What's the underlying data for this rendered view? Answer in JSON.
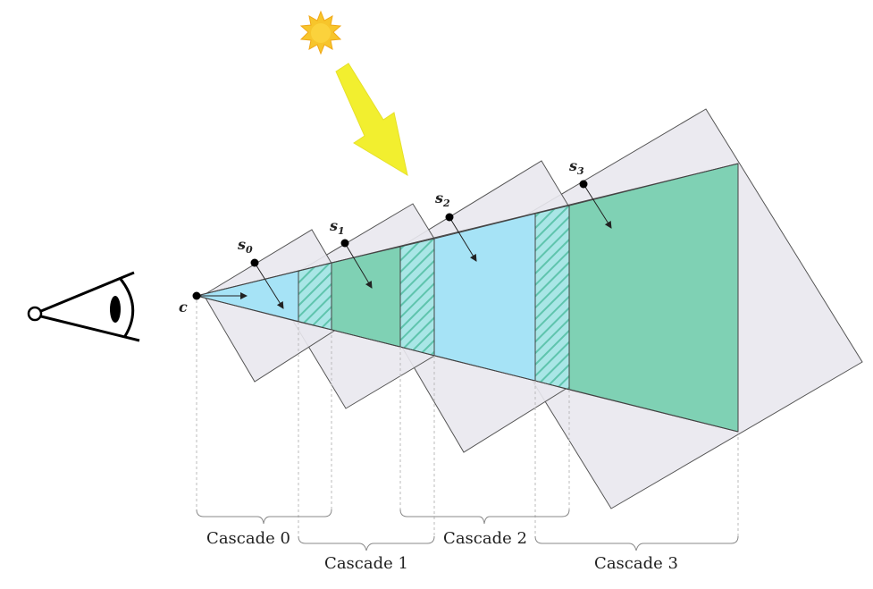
{
  "camera_label": "c",
  "split_points": [
    {
      "name": "s",
      "index": "0"
    },
    {
      "name": "s",
      "index": "1"
    },
    {
      "name": "s",
      "index": "2"
    },
    {
      "name": "s",
      "index": "3"
    }
  ],
  "cascades": [
    "Cascade 0",
    "Cascade 1",
    "Cascade 2",
    "Cascade 3"
  ],
  "icons": [
    "eye-icon",
    "sun-icon",
    "light-direction-arrow"
  ],
  "colors": {
    "cascade_box_fill": "#e9e8ee",
    "frustum_blue": "#a6e3f6",
    "frustum_green": "#7fd1b4",
    "overlap_hatch": "#8fd9c9",
    "sun": "#f7c52b",
    "light_arrow": "#f2ef2f",
    "stroke": "#333333"
  }
}
